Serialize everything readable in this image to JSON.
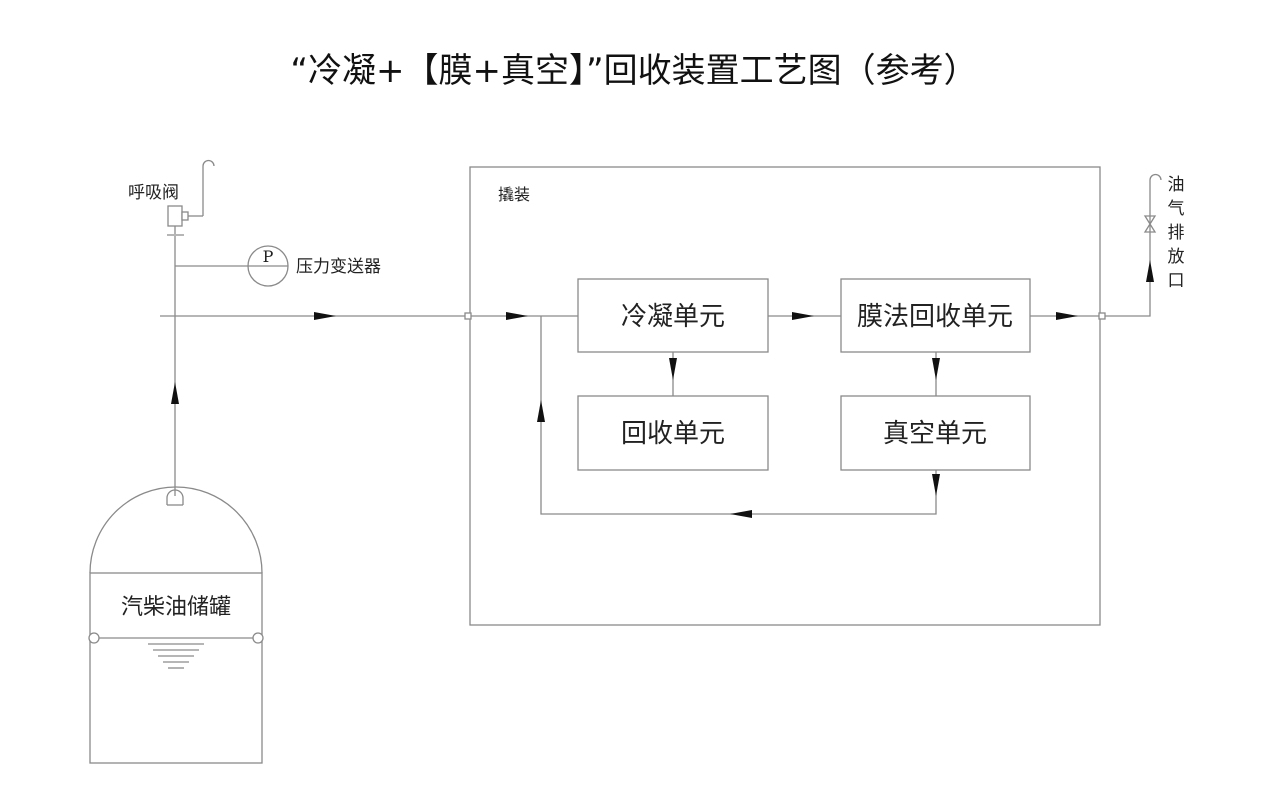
{
  "title": "“冷凝+【膜+真空】”回收装置工艺图（参考）",
  "labels": {
    "breather_valve": "呼吸阀",
    "pressure_transmitter": "压力变送器",
    "pressure_symbol": "P",
    "skid": "撬装",
    "tank": "汽柴油储罐",
    "vent": [
      "油",
      "气",
      "排",
      "放",
      "口"
    ]
  },
  "units": {
    "condensation": "冷凝单元",
    "membrane_recovery": "膜法回收单元",
    "recovery": "回收单元",
    "vacuum": "真空单元"
  },
  "colors": {
    "line": "#8a8a8a",
    "arrow": "#111111",
    "text": "#222222"
  }
}
